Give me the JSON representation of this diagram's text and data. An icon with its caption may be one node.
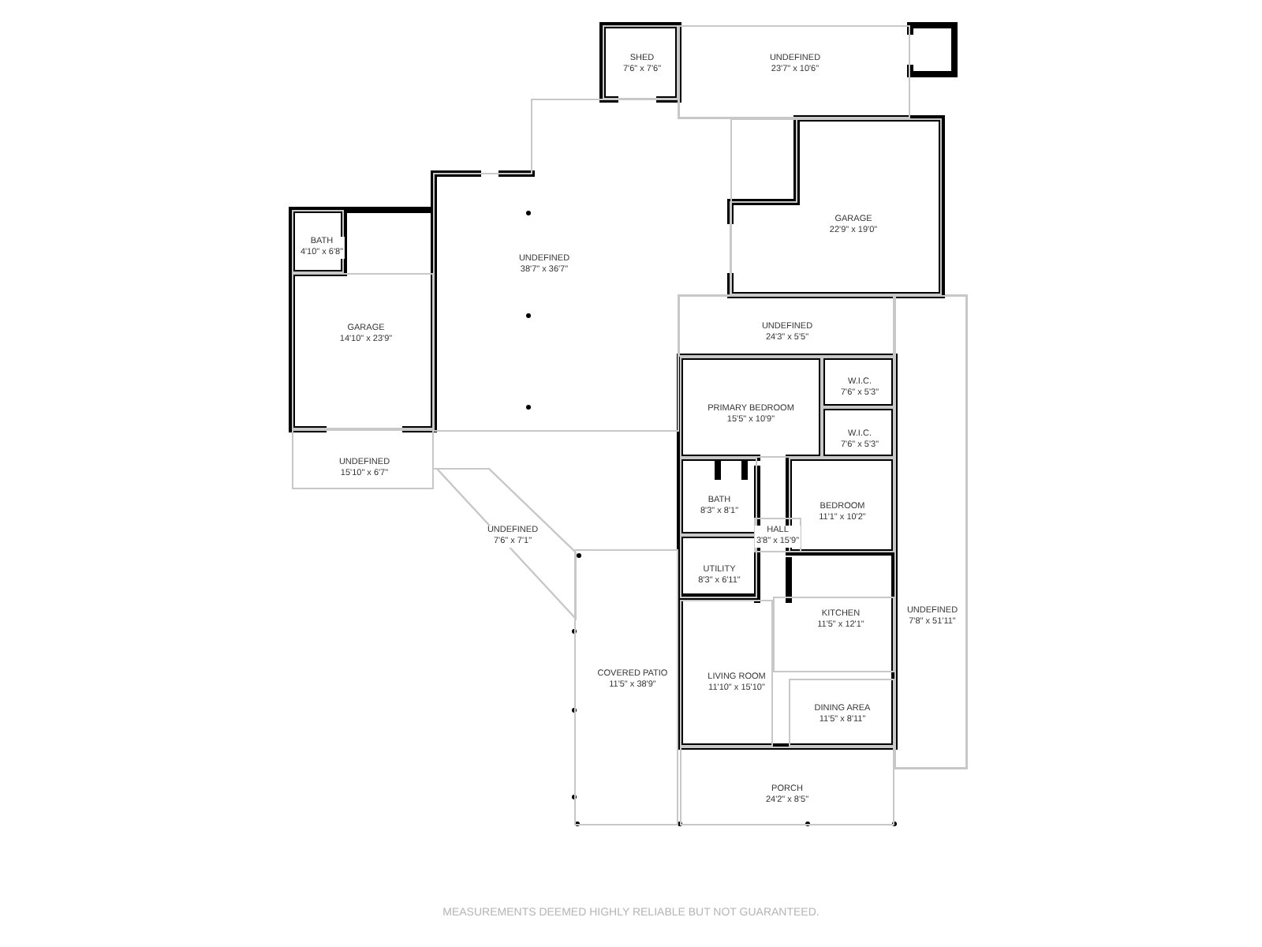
{
  "diagram": {
    "nodes": [
      {
        "text": [
          "SHED",
          "7'6\" x 7'6\""
        ]
      },
      {
        "text": [
          "UNDEFINED",
          "23'7\" x 10'6\""
        ]
      },
      {
        "text": [
          "BATH",
          "4'10\" x 6'8\""
        ]
      },
      {
        "text": [
          "UNDEFINED",
          "38'7\" x 36'7\""
        ]
      },
      {
        "text": [
          "GARAGE",
          "22'9\" x 19'0\""
        ]
      },
      {
        "text": [
          "GARAGE",
          "14'10\" x 23'9\""
        ]
      },
      {
        "text": [
          "UNDEFINED",
          "24'3\" x 5'5\""
        ]
      },
      {
        "text": [
          "PRIMARY BEDROOM",
          "15'5\" x 10'9\""
        ]
      },
      {
        "text": [
          "W.I.C.",
          "7'6\" x 5'3\""
        ]
      },
      {
        "text": [
          "W.I.C.",
          "7'6\" x 5'3\""
        ]
      },
      {
        "text": [
          "UNDEFINED",
          "15'10\" x 6'7\""
        ]
      },
      {
        "text": [
          "BATH",
          "8'3\" x 8'1\""
        ]
      },
      {
        "text": [
          "BEDROOM",
          "11'1\" x 10'2\""
        ]
      },
      {
        "text": [
          "HALL",
          "3'8\" x 15'9\""
        ]
      },
      {
        "text": [
          "UNDEFINED",
          "7'6\" x 7'1\""
        ]
      },
      {
        "text": [
          "UTILITY",
          "8'3\" x 6'11\""
        ]
      },
      {
        "text": [
          "KITCHEN",
          "11'5\" x 12'1\""
        ]
      },
      {
        "text": [
          "UNDEFINED",
          "7'8\" x 51'11\""
        ]
      },
      {
        "text": [
          "COVERED PATIO",
          "11'5\" x 38'9\""
        ]
      },
      {
        "text": [
          "LIVING ROOM",
          "11'10\" x 15'10\""
        ]
      },
      {
        "text": [
          "DINING AREA",
          "11'5\" x 8'11\""
        ]
      },
      {
        "text": [
          "PORCH",
          "24'2\" x 8'5\""
        ]
      }
    ],
    "labels": [
      "MEASUREMENTS DEEMED HIGHLY RELIABLE BUT NOT GUARANTEED."
    ]
  }
}
